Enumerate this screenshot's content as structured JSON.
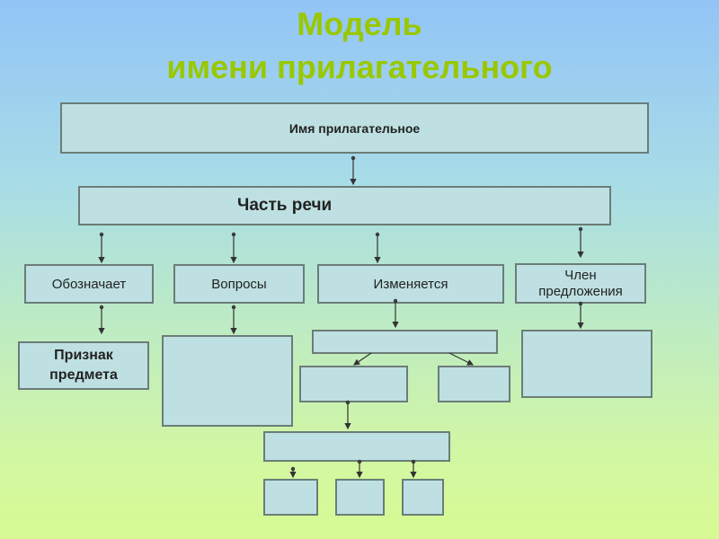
{
  "title": {
    "line1": "Модель",
    "line2": "имени прилагательного"
  },
  "colors": {
    "title": "#99c800",
    "box_fill": "#bee0e2",
    "box_border": "#6b7d78"
  },
  "boxes": {
    "root": "Имя прилагательное",
    "part_of_speech": "Часть речи",
    "denotes": "Обозначает",
    "questions": "Вопросы",
    "changes": "Изменяется",
    "sentence_member": "Член предложения",
    "attribute": "Признак предмета"
  }
}
